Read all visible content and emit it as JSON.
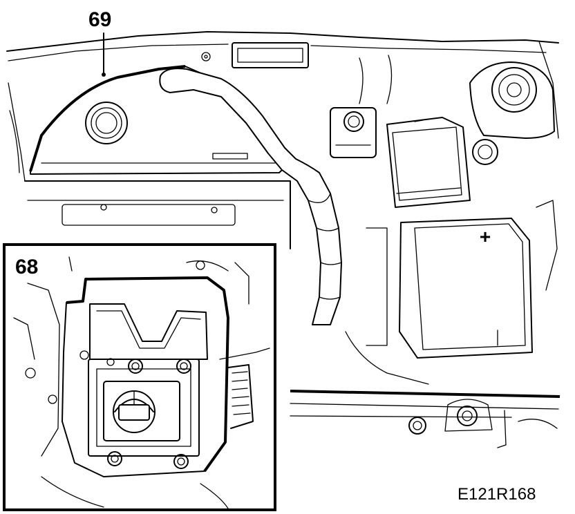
{
  "callouts": {
    "engine_cover_number": "69",
    "detail_inset_number": "68"
  },
  "figure_code": "E121R168",
  "battery_terminal_symbol": "+",
  "colors": {
    "line": "#000000",
    "background": "#ffffff"
  }
}
